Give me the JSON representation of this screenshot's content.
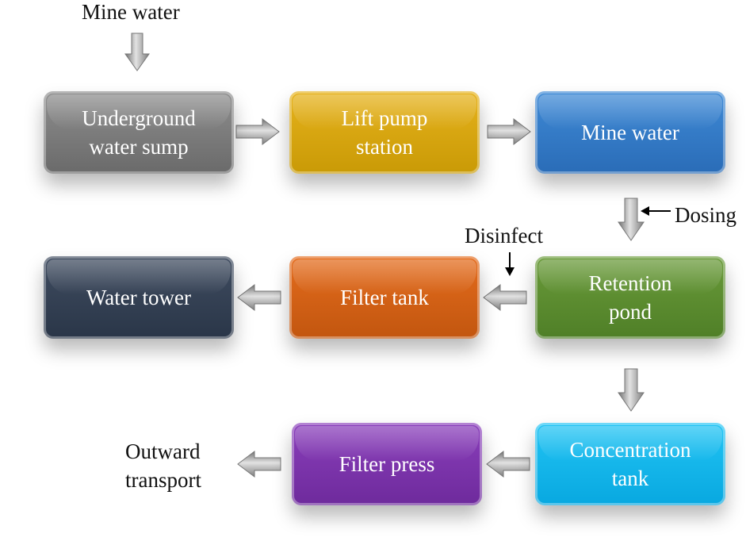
{
  "input_label": "Mine water",
  "boxes": {
    "underground_sump": {
      "line1": "Underground",
      "line2": "water sump",
      "color": "#7c7c7c"
    },
    "lift_pump": {
      "line1": "Lift pump",
      "line2": "station",
      "color": "#d8a60f"
    },
    "mine_water": {
      "label": "Mine water",
      "color": "#357bc7"
    },
    "retention_pond": {
      "line1": "Retention",
      "line2": "pond",
      "color": "#5d8d30"
    },
    "filter_tank": {
      "label": "Filter tank",
      "color": "#d46116"
    },
    "water_tower": {
      "label": "Water tower",
      "color": "#344155"
    },
    "concentration_tank": {
      "line1": "Concentration",
      "line2": "tank",
      "color": "#14b6ea"
    },
    "filter_press": {
      "label": "Filter press",
      "color": "#7c35ab"
    }
  },
  "annotations": {
    "dosing": "Dosing",
    "disinfect": "Disinfect",
    "outward_line1": "Outward",
    "outward_line2": "transport"
  },
  "arrow_color": "#9a9a9a"
}
